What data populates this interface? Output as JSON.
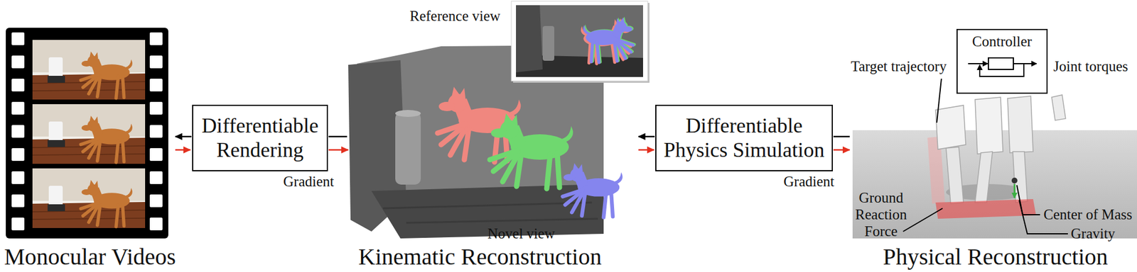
{
  "diagram": {
    "nodes": [
      {
        "text": [
          "Differentiable Rendering"
        ]
      },
      {
        "text": [
          "Differentiable Physics Simulation"
        ]
      },
      {
        "text": [
          "Controller"
        ]
      }
    ],
    "labels": [
      "Reference view",
      "Gradient",
      "Novel view",
      "Gradient",
      "Target trajectory",
      "Joint torques",
      "Ground Reaction Force",
      "Center of Mass",
      "Gravity",
      "Monocular Videos",
      "Kinematic Reconstruction",
      "Physical Reconstruction"
    ]
  }
}
